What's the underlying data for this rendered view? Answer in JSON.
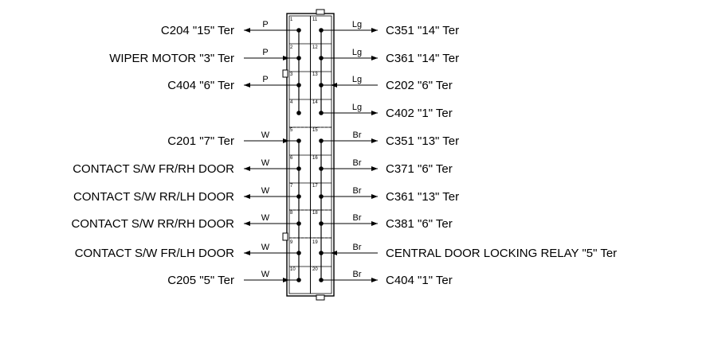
{
  "connector": {
    "left_pins": [
      "1",
      "2",
      "3",
      "4",
      "5",
      "6",
      "7",
      "8",
      "9",
      "10"
    ],
    "right_pins": [
      "11",
      "12",
      "13",
      "14",
      "15",
      "16",
      "17",
      "18",
      "19",
      "20"
    ]
  },
  "left_wires": [
    {
      "pin": "1",
      "color": "P",
      "dir": "out",
      "label": "C204 \"15\" Ter"
    },
    {
      "pin": "2",
      "color": "P",
      "dir": "in",
      "label": "WIPER MOTOR \"3\"  Ter"
    },
    {
      "pin": "3",
      "color": "P",
      "dir": "out",
      "label": "C404 \"6\" Ter"
    },
    {
      "pin": "5",
      "color": "W",
      "dir": "in",
      "label": "C201 \"7\" Ter"
    },
    {
      "pin": "6",
      "color": "W",
      "dir": "out",
      "label": "CONTACT S/W FR/RH DOOR"
    },
    {
      "pin": "7",
      "color": "W",
      "dir": "out",
      "label": "CONTACT S/W RR/LH DOOR"
    },
    {
      "pin": "8",
      "color": "W",
      "dir": "out",
      "label": "CONTACT S/W RR/RH DOOR"
    },
    {
      "pin": "9",
      "color": "W",
      "dir": "out",
      "label": "CONTACT S/W FR/LH DOOR"
    },
    {
      "pin": "10",
      "color": "W",
      "dir": "in",
      "label": "C205 \"5\" Ter"
    }
  ],
  "right_wires": [
    {
      "pin": "11",
      "color": "Lg",
      "dir": "out",
      "label": "C351 \"14\" Ter"
    },
    {
      "pin": "12",
      "color": "Lg",
      "dir": "out",
      "label": "C361 \"14\" Ter"
    },
    {
      "pin": "13",
      "color": "Lg",
      "dir": "in",
      "label": "C202 \"6\" Ter"
    },
    {
      "pin": "14",
      "color": "Lg",
      "dir": "out",
      "label": "C402 \"1\" Ter"
    },
    {
      "pin": "15",
      "color": "Br",
      "dir": "out",
      "label": "C351 \"13\" Ter"
    },
    {
      "pin": "16",
      "color": "Br",
      "dir": "out",
      "label": "C371 \"6\" Ter"
    },
    {
      "pin": "17",
      "color": "Br",
      "dir": "out",
      "label": "C361 \"13\" Ter"
    },
    {
      "pin": "18",
      "color": "Br",
      "dir": "out",
      "label": "C381 \"6\" Ter"
    },
    {
      "pin": "19",
      "color": "Br",
      "dir": "in",
      "label": "CENTRAL DOOR LOCKING RELAY \"5\" Ter"
    },
    {
      "pin": "20",
      "color": "Br",
      "dir": "out",
      "label": "C404 \"1\" Ter"
    }
  ],
  "line_color": "#000000",
  "background": "#ffffff"
}
